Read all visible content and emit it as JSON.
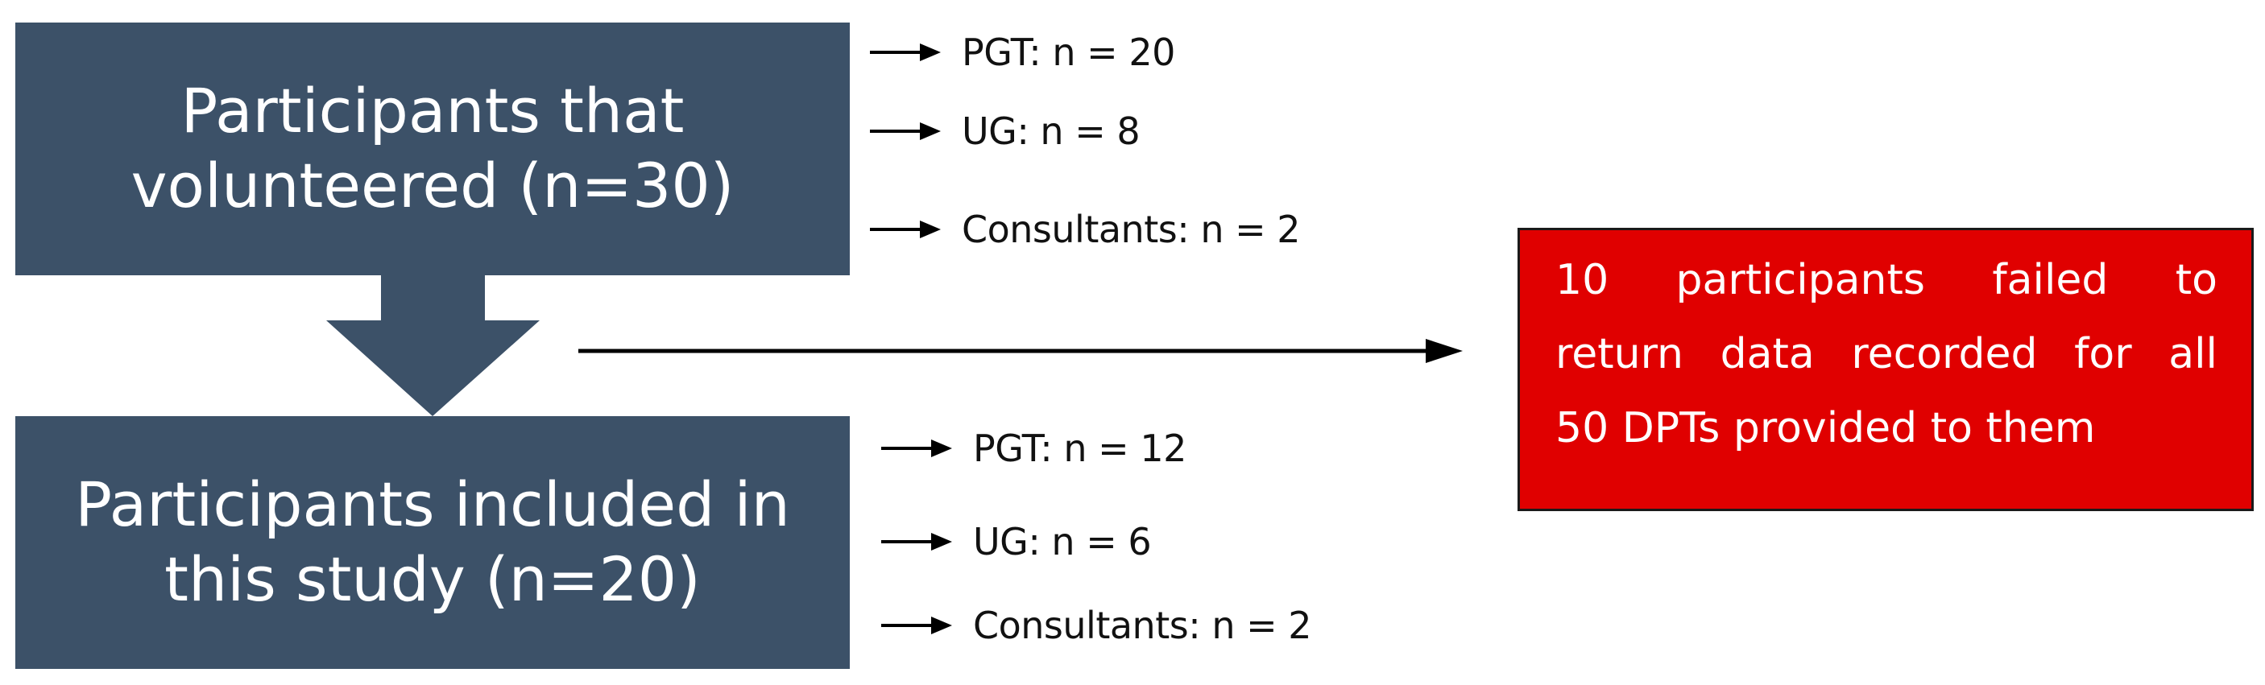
{
  "top_box": {
    "line1": "Participants that",
    "line2": "volunteered (n=30)"
  },
  "top_categories": [
    {
      "label": "PGT: n = 20"
    },
    {
      "label": "UG: n = 8"
    },
    {
      "label": "Consultants: n = 2"
    }
  ],
  "bottom_box": {
    "line1": "Participants included in",
    "line2": "this study (n=20)"
  },
  "bottom_categories": [
    {
      "label": "PGT: n = 12"
    },
    {
      "label": "UG: n = 6"
    },
    {
      "label": "Consultants: n = 2"
    }
  ],
  "excluded_box": {
    "line1": "10 participants failed to",
    "line2": "return data recorded for all",
    "line3": "50 DPTs provided to them"
  },
  "colors": {
    "box": "#3c5168",
    "excluded": "#e00000",
    "text_on_dark": "#ffffff",
    "arrow": "#000000"
  }
}
